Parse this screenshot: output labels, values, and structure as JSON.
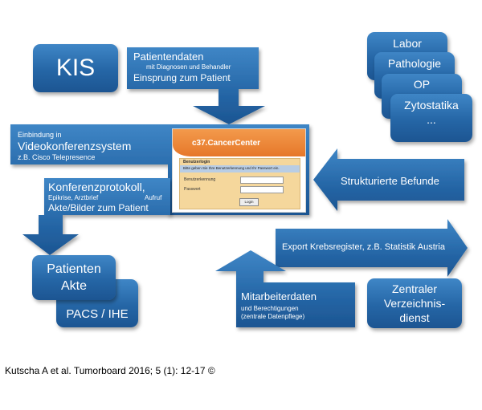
{
  "kis": {
    "label": "KIS"
  },
  "patientendaten": {
    "title": "Patientendaten",
    "sub": "mit Diagnosen und Behandler",
    "line3": "Einsprung zum Patient"
  },
  "stack": {
    "items": [
      "Labor",
      "Pathologie",
      "OP",
      "Zytostatika",
      "..."
    ]
  },
  "video": {
    "line1": "Einbindung in",
    "line2": "Videokonferenzsystem",
    "line3": "z.B. Cisco Telepresence"
  },
  "login": {
    "app_name": "c37.CancerCenter",
    "form_title": "Benutzerlogin",
    "info": "Bitte geben Sie Ihre Benutzerkennung und Ihr Passwort ein.",
    "user_label": "Benutzerkennung",
    "password_label": "Passwort",
    "login_button": "Login"
  },
  "befunde": {
    "label": "Strukturierte Befunde"
  },
  "protokoll": {
    "title": "Konferenzprotokoll,",
    "sub_left": "Epikrise, Arztbrief",
    "sub_right": "Aufruf",
    "line3": "Akte/Bilder zum Patient"
  },
  "export": {
    "label": "Export Krebsregister, z.B. Statistik Austria"
  },
  "akte": {
    "line1": "Patienten",
    "line2": "Akte"
  },
  "pacs": {
    "label": "PACS / IHE"
  },
  "mitarbeiter": {
    "title": "Mitarbeiterdaten",
    "sub1": "und Berechtigungen",
    "sub2": "(zentrale Datenpflege)"
  },
  "verzeichnis": {
    "lines": [
      "Zentraler",
      "Verzeichnis-",
      "dienst"
    ]
  },
  "citation": "Kutscha A et al. Tumorboard 2016; 5 (1): 12-17 ©",
  "colors": {
    "box_blue": "#2566a6",
    "box_light": "#3f86c6",
    "login_orange": "#e6772a"
  }
}
